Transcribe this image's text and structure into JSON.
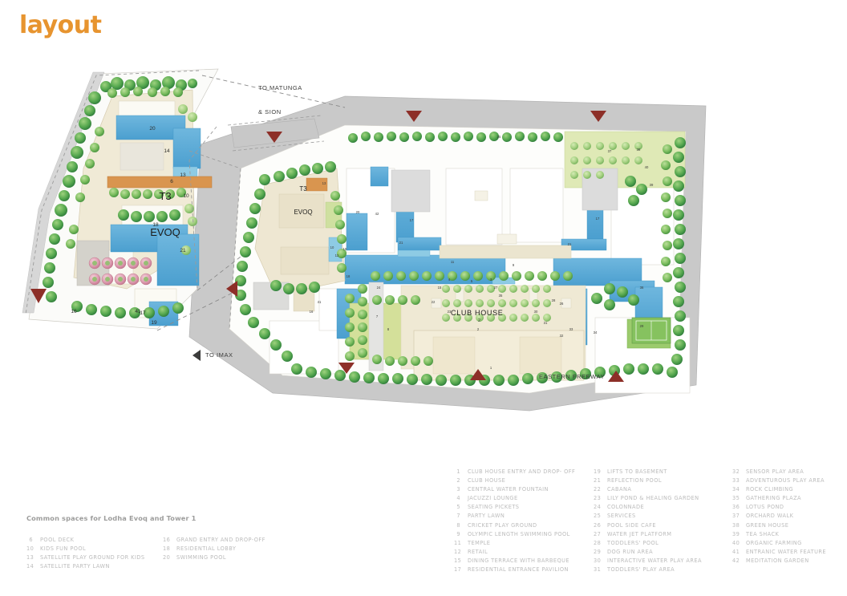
{
  "page": {
    "title": "layout",
    "accent_color": "#e7942f",
    "legend_text_color": "#bcbcbc",
    "background": "#ffffff"
  },
  "plan": {
    "name": "site-layout-plan",
    "inset_label": "T3\nEVOQ",
    "main_tower_label": "T3\nEVOQ",
    "tower_line1": "T3",
    "tower_line2": "EVOQ",
    "club_house_label": "CLUB HOUSE",
    "club_house_number": "2",
    "roads": [
      {
        "name": "to-matunga-and-sion",
        "line1": "TO MATUNGA",
        "line2": "& SION"
      },
      {
        "name": "to-imax",
        "label": "TO IMAX"
      },
      {
        "name": "eastern-freeway",
        "label": "EASTERN FREEWAY"
      }
    ],
    "colors": {
      "water": "#5aa9d6",
      "water_light": "#8ecbe4",
      "lawn": "#c9d89a",
      "paving": "#e8e2cd",
      "building": "#f2eddc",
      "road": "#c6c6c6",
      "road_dark": "#a8a8a8",
      "tree_dark": "#3f9149",
      "tree_mid": "#73bb5c",
      "tree_light": "#a8d18a",
      "terracotta": "#d98f5a",
      "marker_red": "#8d2f28",
      "white_bldg": "#fdfdfd"
    },
    "inset_numbers": [
      "14",
      "20",
      "13",
      "6",
      "10",
      "18",
      "21",
      "16",
      "17",
      "19",
      "41"
    ],
    "main_numbers": [
      "1",
      "2",
      "3",
      "4",
      "5",
      "6",
      "7",
      "8",
      "9",
      "10",
      "11",
      "12",
      "13",
      "14",
      "15",
      "16",
      "17",
      "18",
      "19",
      "20",
      "21",
      "22",
      "23",
      "24",
      "25",
      "26",
      "27",
      "28",
      "29",
      "30",
      "31",
      "32",
      "33",
      "34",
      "35",
      "36",
      "37",
      "38",
      "39",
      "40",
      "41",
      "42"
    ]
  },
  "legend": {
    "common_spaces": {
      "heading": "Common spaces for Lodha Evoq and Tower 1",
      "column_a": [
        {
          "num": "6",
          "label": "POOL DECK"
        },
        {
          "num": "10",
          "label": "KIDS FUN POOL"
        },
        {
          "num": "13",
          "label": "SATELLITE PLAY GROUND FOR KIDS"
        },
        {
          "num": "14",
          "label": "SATELLITE PARTY LAWN"
        }
      ],
      "column_b": [
        {
          "num": "16",
          "label": "GRAND ENTRY AND DROP-OFF"
        },
        {
          "num": "18",
          "label": "RESIDENTIAL LOBBY"
        },
        {
          "num": "20",
          "label": "SWIMMING POOL"
        }
      ]
    },
    "amenities": {
      "column_1": [
        {
          "num": "1",
          "label": "CLUB HOUSE ENTRY AND DROP- OFF"
        },
        {
          "num": "2",
          "label": "CLUB HOUSE"
        },
        {
          "num": "3",
          "label": "CENTRAL WATER FOUNTAIN"
        },
        {
          "num": "4",
          "label": "JACUZZI LOUNGE"
        },
        {
          "num": "5",
          "label": "SEATING PICKETS"
        },
        {
          "num": "7",
          "label": "PARTY LAWN"
        },
        {
          "num": "8",
          "label": "CRICKET PLAY GROUND"
        },
        {
          "num": "9",
          "label": "OLYMPIC LENGTH SWIMMING POOL"
        },
        {
          "num": "11",
          "label": "TEMPLE"
        },
        {
          "num": "12",
          "label": "RETAIL"
        },
        {
          "num": "15",
          "label": "DINING TERRACE WITH BARBEQUE"
        },
        {
          "num": "17",
          "label": "RESIDENTIAL ENTRANCE PAVILION"
        }
      ],
      "column_2": [
        {
          "num": "19",
          "label": "LIFTS TO BASEMENT"
        },
        {
          "num": "21",
          "label": "REFLECTION POOL"
        },
        {
          "num": "22",
          "label": "CABANA"
        },
        {
          "num": "23",
          "label": "LILY POND & HEALING GARDEN"
        },
        {
          "num": "24",
          "label": "COLONNADE"
        },
        {
          "num": "25",
          "label": "SERVICES"
        },
        {
          "num": "26",
          "label": "POOL SIDE CAFE"
        },
        {
          "num": "27",
          "label": "WATER JET PLATFORM"
        },
        {
          "num": "28",
          "label": "TODDLERS' POOL"
        },
        {
          "num": "29",
          "label": "DOG RUN AREA"
        },
        {
          "num": "30",
          "label": "INTERACTIVE WATER PLAY AREA"
        },
        {
          "num": "31",
          "label": "TODDLERS' PLAY AREA"
        }
      ],
      "column_3": [
        {
          "num": "32",
          "label": "SENSOR PLAY AREA"
        },
        {
          "num": "33",
          "label": "ADVENTUROUS PLAY AREA"
        },
        {
          "num": "34",
          "label": "ROCK CLIMBING"
        },
        {
          "num": "35",
          "label": "GATHERING PLAZA"
        },
        {
          "num": "36",
          "label": "LOTUS POND"
        },
        {
          "num": "37",
          "label": "ORCHARD WALK"
        },
        {
          "num": "38",
          "label": "GREEN HOUSE"
        },
        {
          "num": "39",
          "label": "TEA SHACK"
        },
        {
          "num": "40",
          "label": "ORGANIC FARMING"
        },
        {
          "num": "41",
          "label": "ENTRANIC WATER FEATURE"
        },
        {
          "num": "42",
          "label": "MEDITATION GARDEN"
        }
      ]
    }
  }
}
